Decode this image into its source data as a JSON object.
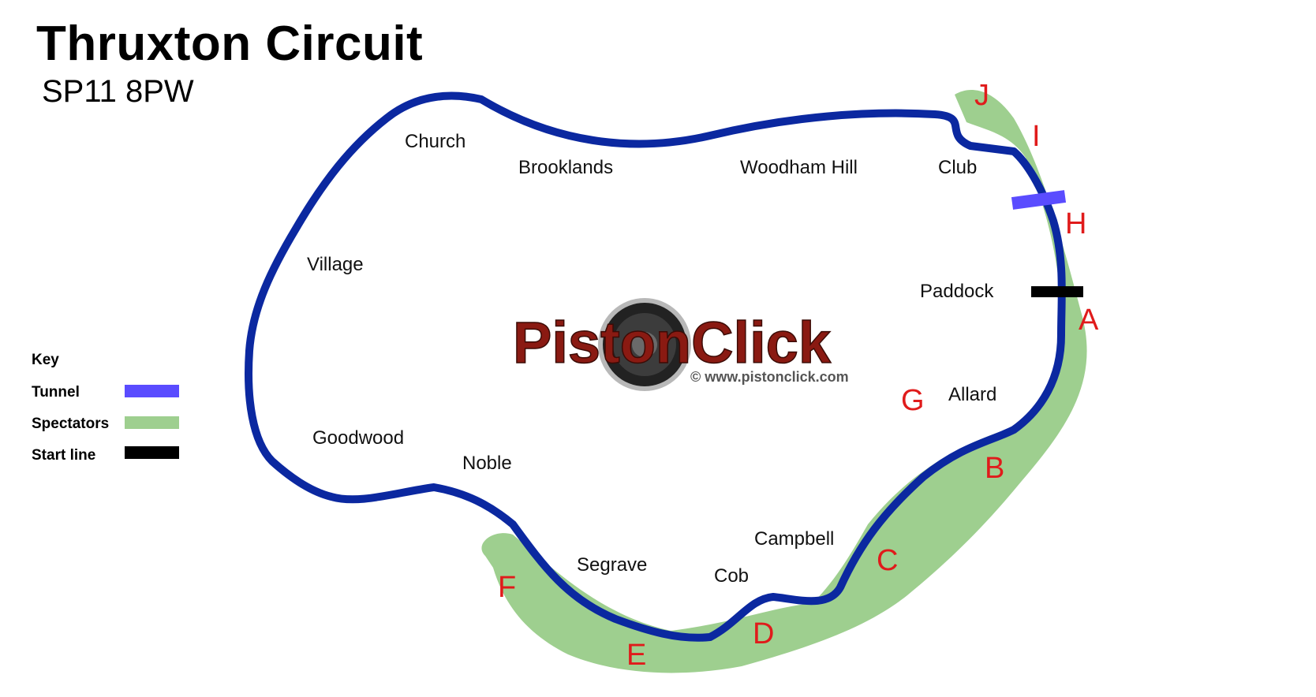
{
  "title": "Thruxton Circuit",
  "postcode": "SP11 8PW",
  "corners": {
    "church": "Church",
    "brooklands": "Brooklands",
    "woodham_hill": "Woodham Hill",
    "club": "Club",
    "village": "Village",
    "paddock": "Paddock",
    "allard": "Allard",
    "goodwood": "Goodwood",
    "noble": "Noble",
    "campbell": "Campbell",
    "segrave": "Segrave",
    "cob": "Cob"
  },
  "zones": {
    "a": "A",
    "b": "B",
    "c": "C",
    "d": "D",
    "e": "E",
    "f": "F",
    "g": "G",
    "h": "H",
    "i": "I",
    "j": "J"
  },
  "key": {
    "title": "Key",
    "tunnel": "Tunnel",
    "spectators": "Spectators",
    "start_line": "Start line"
  },
  "watermark": {
    "brand": "PistonClick",
    "url": "© www.pistonclick.com"
  },
  "colors": {
    "track": "#0b28a0",
    "tunnel": "#5a4cff",
    "spectators": "#9ecf8f",
    "start_line": "#000000",
    "zone_letters": "#e01b1b",
    "brand": "#8a1a12"
  }
}
